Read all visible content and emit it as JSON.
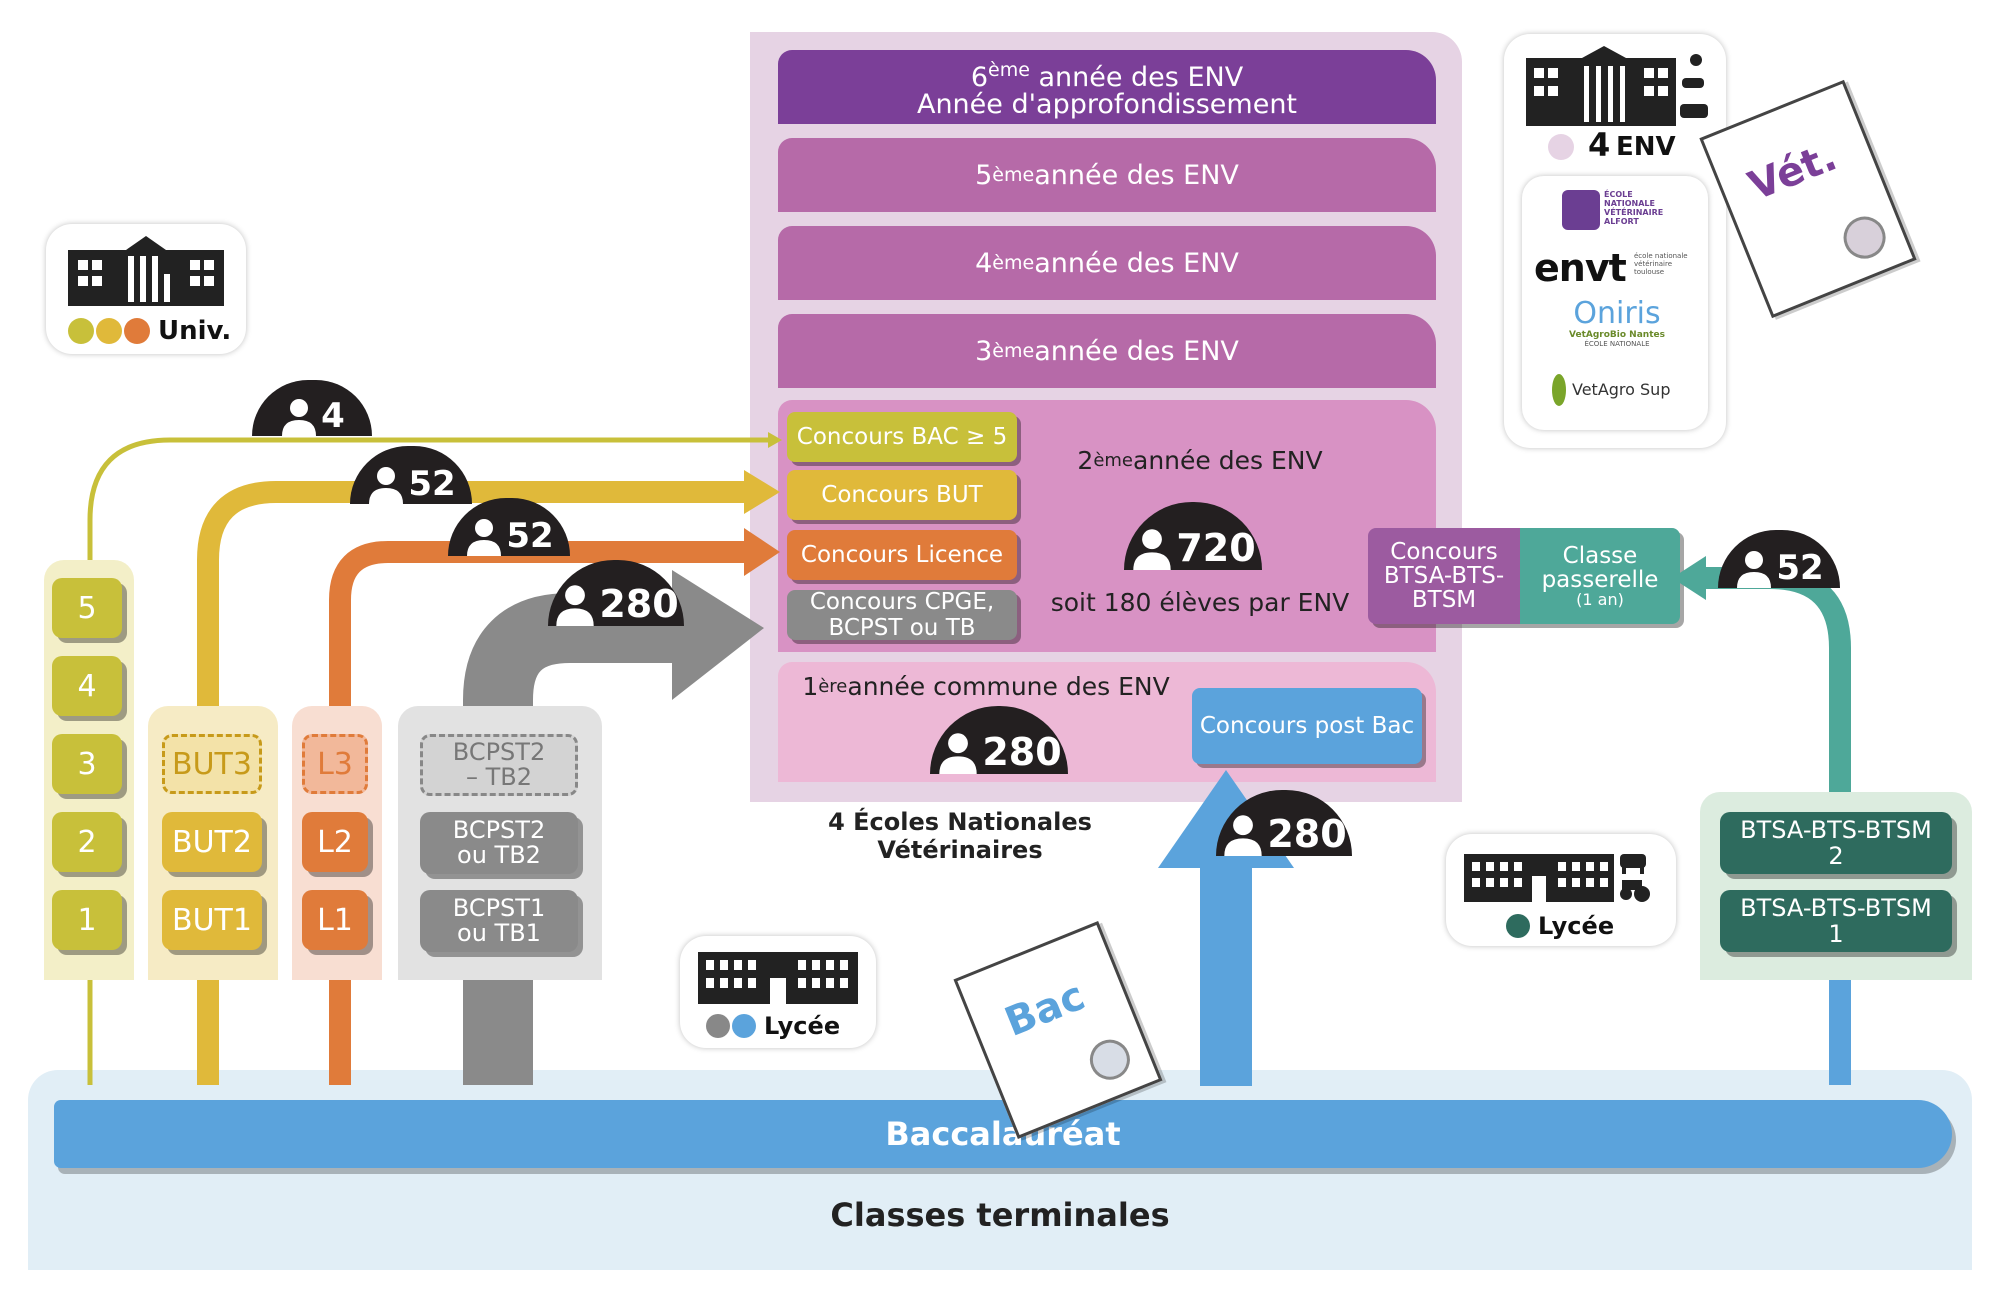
{
  "env_years": {
    "y6_line1_base": "6",
    "y6_line1_sup": "ème",
    "y6_line1_rest": " année des ENV",
    "y6_line2": "Année d'approfondissement",
    "y5_base": "5",
    "y5_sup": "ème",
    "y5_rest": " année des ENV",
    "y4_base": "4",
    "y4_sup": "ème",
    "y4_rest": " année des ENV",
    "y3_base": "3",
    "y3_sup": "ème",
    "y3_rest": " année des ENV",
    "y2_base": "2",
    "y2_sup": "ème",
    "y2_rest": " année des ENV",
    "y2_count": "720",
    "y2_per_school": "soit 180 élèves par ENV",
    "y1_base": "1",
    "y1_sup": "ère",
    "y1_rest": " année commune des ENV",
    "y1_count": "280",
    "caption": "4 Écoles Nationales Vétérinaires"
  },
  "concours": {
    "bac5": "Concours BAC ≥ 5",
    "but": "Concours BUT",
    "licence": "Concours Licence",
    "cpge_line1": "Concours CPGE,",
    "cpge_line2": "BCPST ou TB",
    "post_bac": "Concours post Bac",
    "btsa_line1": "Concours",
    "btsa_line2": "BTSA-BTS-",
    "btsa_line3": "BTSM",
    "passerelle_line1": "Classe",
    "passerelle_line2": "passerelle",
    "passerelle_line3": "(1 an)"
  },
  "counts": {
    "bac5": "4",
    "but": "52",
    "licence": "52",
    "cpge": "280",
    "post_bac": "280",
    "btsa": "52"
  },
  "univ": {
    "label": "Univ.",
    "dot_colors": [
      "#c8c03a",
      "#e0b93a",
      "#e07b3a"
    ],
    "years": [
      "5",
      "4",
      "3",
      "2",
      "1"
    ],
    "but": [
      "BUT3",
      "BUT2",
      "BUT1"
    ],
    "licence": [
      "L3",
      "L2",
      "L1"
    ]
  },
  "cpge": {
    "b2dash_line1": "BCPST2",
    "b2dash_line2": "– TB2",
    "b2_line1": "BCPST2",
    "b2_line2": "ou TB2",
    "b1_line1": "BCPST1",
    "b1_line2": "ou TB1"
  },
  "lycee_left": {
    "label": "Lycée",
    "dot_colors": [
      "#888888",
      "#5ba3dc"
    ]
  },
  "lycee_right": {
    "label": "Lycée",
    "dot_colors": [
      "#2e6b5e"
    ]
  },
  "btsa": {
    "y2_line1": "BTSA-BTS-BTSM",
    "y2_line2": "2",
    "y1_line1": "BTSA-BTS-BTSM",
    "y1_line2": "1"
  },
  "env_card": {
    "count": "4",
    "label": "ENV",
    "schools": [
      {
        "name": "envt",
        "sub": "école nationale vétérinaire toulouse"
      },
      {
        "name": "Oniris",
        "sub": "VetAgroBio Nantes"
      },
      {
        "name": "VetAgro Sup",
        "sub": ""
      }
    ],
    "alfort_line1": "ÉCOLE",
    "alfort_line2": "NATIONALE",
    "alfort_line3": "VÉTÉRINAIRE",
    "alfort_line4": "ALFORT",
    "oniris_line3": "ÉCOLE NATIONALE"
  },
  "diplomas": {
    "vet": "Vét.",
    "bac": "Bac"
  },
  "base": {
    "bac": "Baccalauréat",
    "terminales": "Classes terminales"
  },
  "colors": {
    "purple_dark": "#7b3f98",
    "purple_mid": "#b66aa8",
    "pink": "#d892c4",
    "yellow_olive": "#c8c03a",
    "yellow": "#e0b93a",
    "orange": "#e07b3a",
    "grey": "#8a8a8a",
    "blue": "#5ba3dc",
    "teal": "#4ea899"
  }
}
